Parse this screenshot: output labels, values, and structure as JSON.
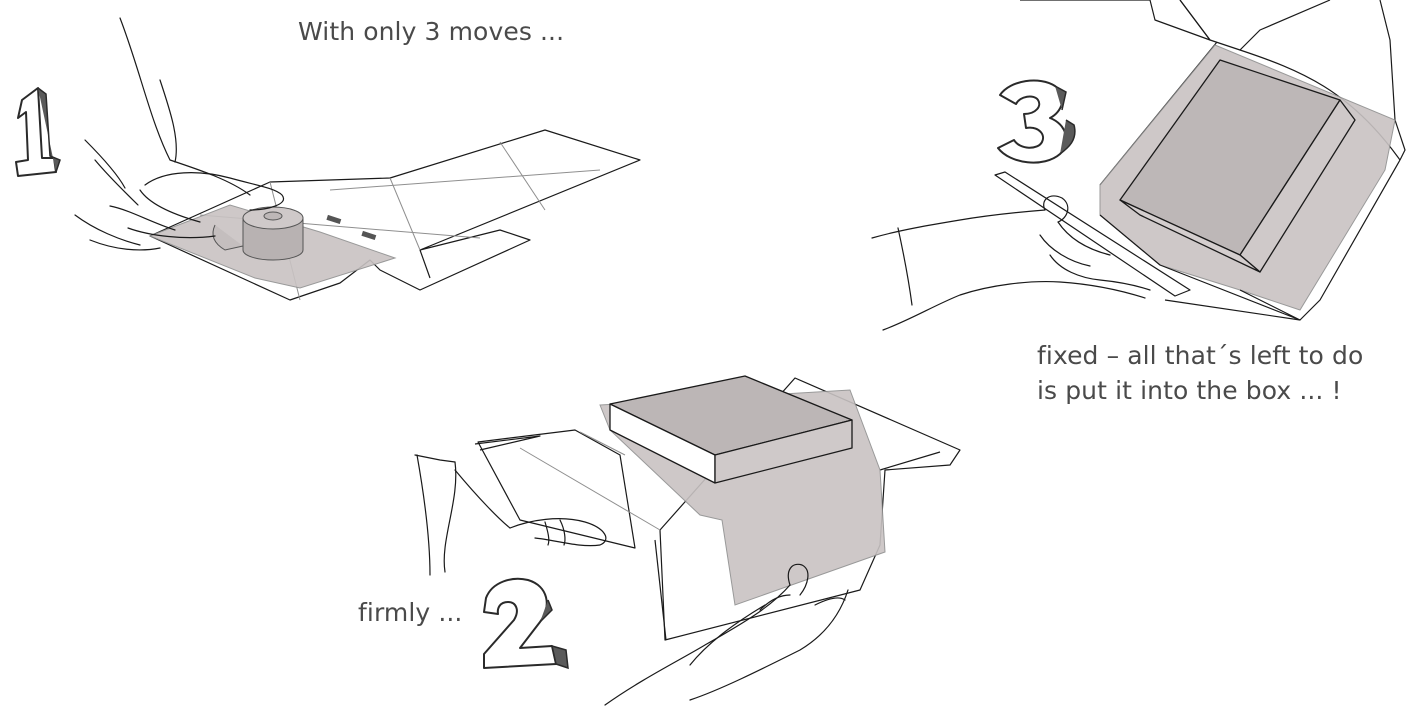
{
  "captions": {
    "intro": "With only 3 moves ...",
    "step2": "firmly ...",
    "step3_line1": "fixed – all that´s left to do",
    "step3_line2": "is put it into the box ... !"
  },
  "step_numbers": {
    "step1": "1",
    "step2": "2",
    "step3": "3"
  },
  "colors": {
    "outline": "#1a1a1a",
    "fold_line": "#8f8f8f",
    "film": "#c9c3c3",
    "text": "#4a4a4a"
  }
}
